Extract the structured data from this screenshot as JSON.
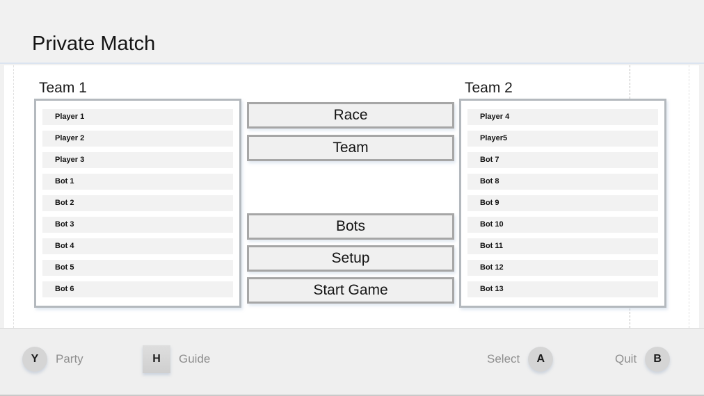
{
  "header": {
    "title": "Private Match"
  },
  "teams": [
    {
      "title": "Team 1",
      "slots": [
        "Player 1",
        "Player 2",
        "Player 3",
        "Bot 1",
        "Bot 2",
        "Bot 3",
        "Bot 4",
        "Bot 5",
        "Bot 6"
      ]
    },
    {
      "title": "Team 2",
      "slots": [
        "Player 4",
        "Player5",
        "Bot 7",
        "Bot 8",
        "Bot 9",
        "Bot 10",
        "Bot 11",
        "Bot 12",
        "Bot 13"
      ]
    }
  ],
  "menu": {
    "top_buttons": [
      "Race",
      "Team"
    ],
    "bottom_buttons": [
      "Bots",
      "Setup",
      "Start Game"
    ]
  },
  "footer": {
    "party": {
      "key": "Y",
      "label": "Party"
    },
    "guide": {
      "key": "H",
      "label": "Guide"
    },
    "select": {
      "label": "Select",
      "key": "A"
    },
    "quit": {
      "label": "Quit",
      "key": "B"
    }
  },
  "colors": {
    "header_bg": "#f1f1f1",
    "header_border": "#dbe4f0",
    "content_bg": "#ffffff",
    "panel_border": "#b4b9be",
    "slot_bg": "#f2f2f2",
    "button_border": "#a6a6a6",
    "button_bg": "#f0f0f0",
    "footer_bg": "#efefef",
    "muted_text": "#8f8f8f",
    "controller_key_bg": "#d5d5d5"
  }
}
